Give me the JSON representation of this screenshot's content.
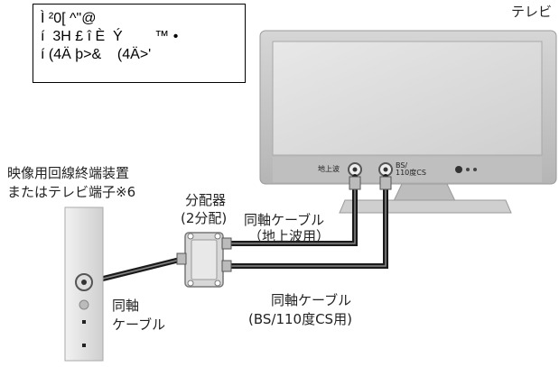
{
  "note_box": {
    "lines": [
      "Ì ²0[ ^\"@",
      "í  3H £ î È  Ý        ™ •",
      "í (4Ä þ>&    (4Ä>'"
    ]
  },
  "labels": {
    "tv": "テレビ",
    "wall_outlet_line1": "映像用回線終端装置",
    "wall_outlet_line2": "またはテレビ端子※6",
    "splitter_line1": "分配器",
    "splitter_line2": "(2分配)",
    "cable_terrestrial_line1": "同軸ケーブル",
    "cable_terrestrial_line2": "（地上波用）",
    "cable_bs_line1": "同軸ケーブル",
    "cable_bs_line2": "(BS/110度CS用)",
    "cable_short_line1": "同軸",
    "cable_short_line2": "ケーブル",
    "tv_port_terrestrial": "地上波",
    "tv_port_bs": "BS/\n110度CS"
  },
  "colors": {
    "tv_frame": "#c9c9c9",
    "tv_screen": "#dcdcdc",
    "cable": "#1a1a1a",
    "outlet": "#d9d9d9"
  }
}
